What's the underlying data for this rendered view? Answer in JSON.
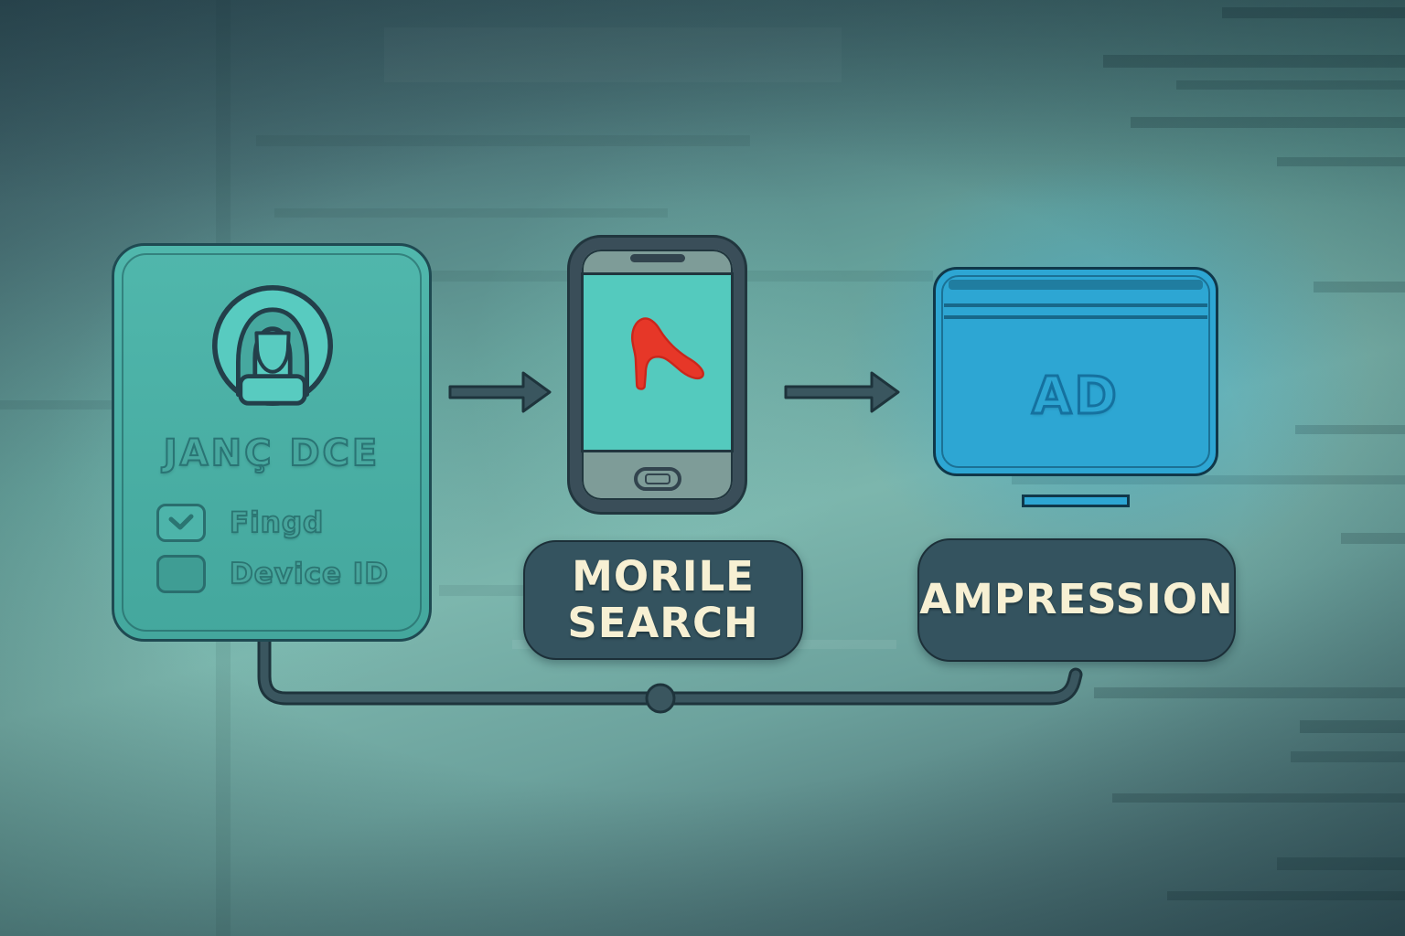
{
  "user_card": {
    "name": "JANÇ DCE",
    "avatar_icon": "woman-avatar-icon",
    "checkboxes": [
      {
        "label": "Fingd",
        "checked": true
      },
      {
        "label": "Device ID",
        "checked": false
      }
    ]
  },
  "phone": {
    "screen_icon": "high-heel-shoe-icon"
  },
  "browser": {
    "ad_text": "AD"
  },
  "flow_labels": {
    "mobile_search_line1": "MORILE",
    "mobile_search_line2": "SEARCH",
    "impression": "AMPRESSION"
  },
  "icons": {
    "avatar": "woman-avatar-icon",
    "shoe": "high-heel-shoe-icon",
    "check": "check-icon",
    "arrows": "right-arrow-icon",
    "connector": "bottom-connector-line"
  },
  "colors": {
    "card_teal": "#4bb2a8",
    "outline_dark": "#24404b",
    "phone_dark": "#3a4e59",
    "screen_teal": "#54cabe",
    "shoe_red": "#e63728",
    "browser_blue": "#2da6d3",
    "browser_line_blue": "#15719f",
    "label_bg": "#34535f",
    "label_text": "#f7f0d3",
    "connector_slate": "#3a565f"
  }
}
